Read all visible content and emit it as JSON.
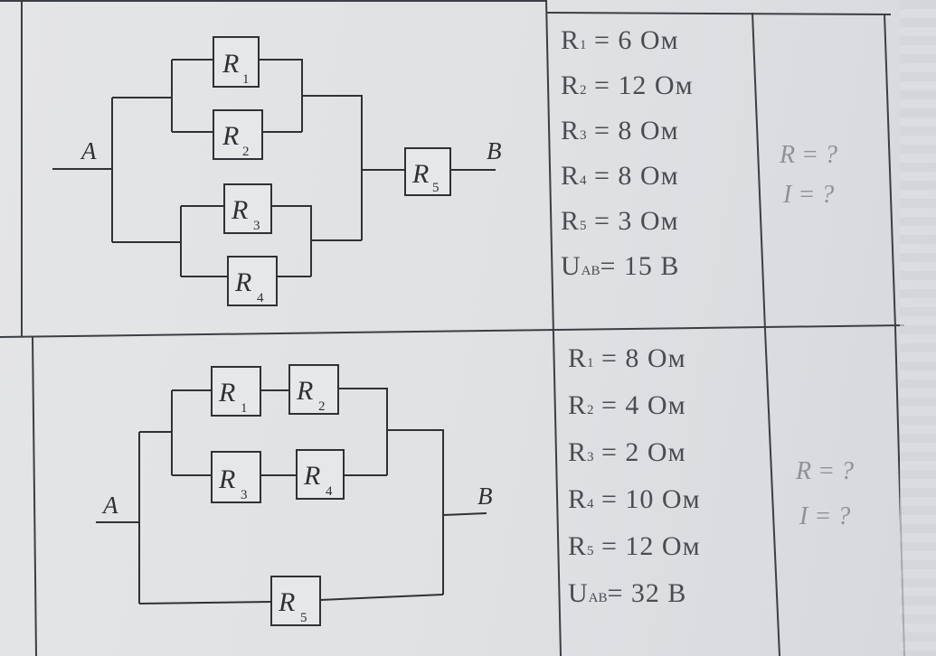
{
  "problems": [
    {
      "id": "problem-1",
      "nodes": {
        "a": "A",
        "b": "B"
      },
      "resistors": [
        {
          "letter": "R",
          "sub": "1"
        },
        {
          "letter": "R",
          "sub": "2"
        },
        {
          "letter": "R",
          "sub": "3"
        },
        {
          "letter": "R",
          "sub": "4"
        },
        {
          "letter": "R",
          "sub": "5"
        }
      ],
      "given": [
        {
          "sym": "R",
          "sub": "1",
          "rest": " = 6 Ом"
        },
        {
          "sym": "R",
          "sub": "2",
          "rest": " = 12 Ом"
        },
        {
          "sym": "R",
          "sub": "3",
          "rest": " = 8 Ом"
        },
        {
          "sym": "R",
          "sub": "4",
          "rest": " = 8 Ом"
        },
        {
          "sym": "R",
          "sub": "5",
          "rest": " = 3 Ом"
        },
        {
          "sym": "U",
          "sub": "AB",
          "rest": "= 15 В"
        }
      ],
      "find": [
        "R = ?",
        "I = ?"
      ]
    },
    {
      "id": "problem-2",
      "nodes": {
        "a": "A",
        "b": "B"
      },
      "resistors": [
        {
          "letter": "R",
          "sub": "1"
        },
        {
          "letter": "R",
          "sub": "2"
        },
        {
          "letter": "R",
          "sub": "3"
        },
        {
          "letter": "R",
          "sub": "4"
        },
        {
          "letter": "R",
          "sub": "5"
        }
      ],
      "given": [
        {
          "sym": "R",
          "sub": "1",
          "rest": " = 8 Ом"
        },
        {
          "sym": "R",
          "sub": "2",
          "rest": " = 4 Ом"
        },
        {
          "sym": "R",
          "sub": "3",
          "rest": " = 2 Ом"
        },
        {
          "sym": "R",
          "sub": "4",
          "rest": " = 10 Ом"
        },
        {
          "sym": "R",
          "sub": "5",
          "rest": " = 12 Ом"
        },
        {
          "sym": "U",
          "sub": "AB",
          "rest": "= 32 В"
        }
      ],
      "find": [
        "R = ?",
        "I = ?"
      ]
    }
  ]
}
